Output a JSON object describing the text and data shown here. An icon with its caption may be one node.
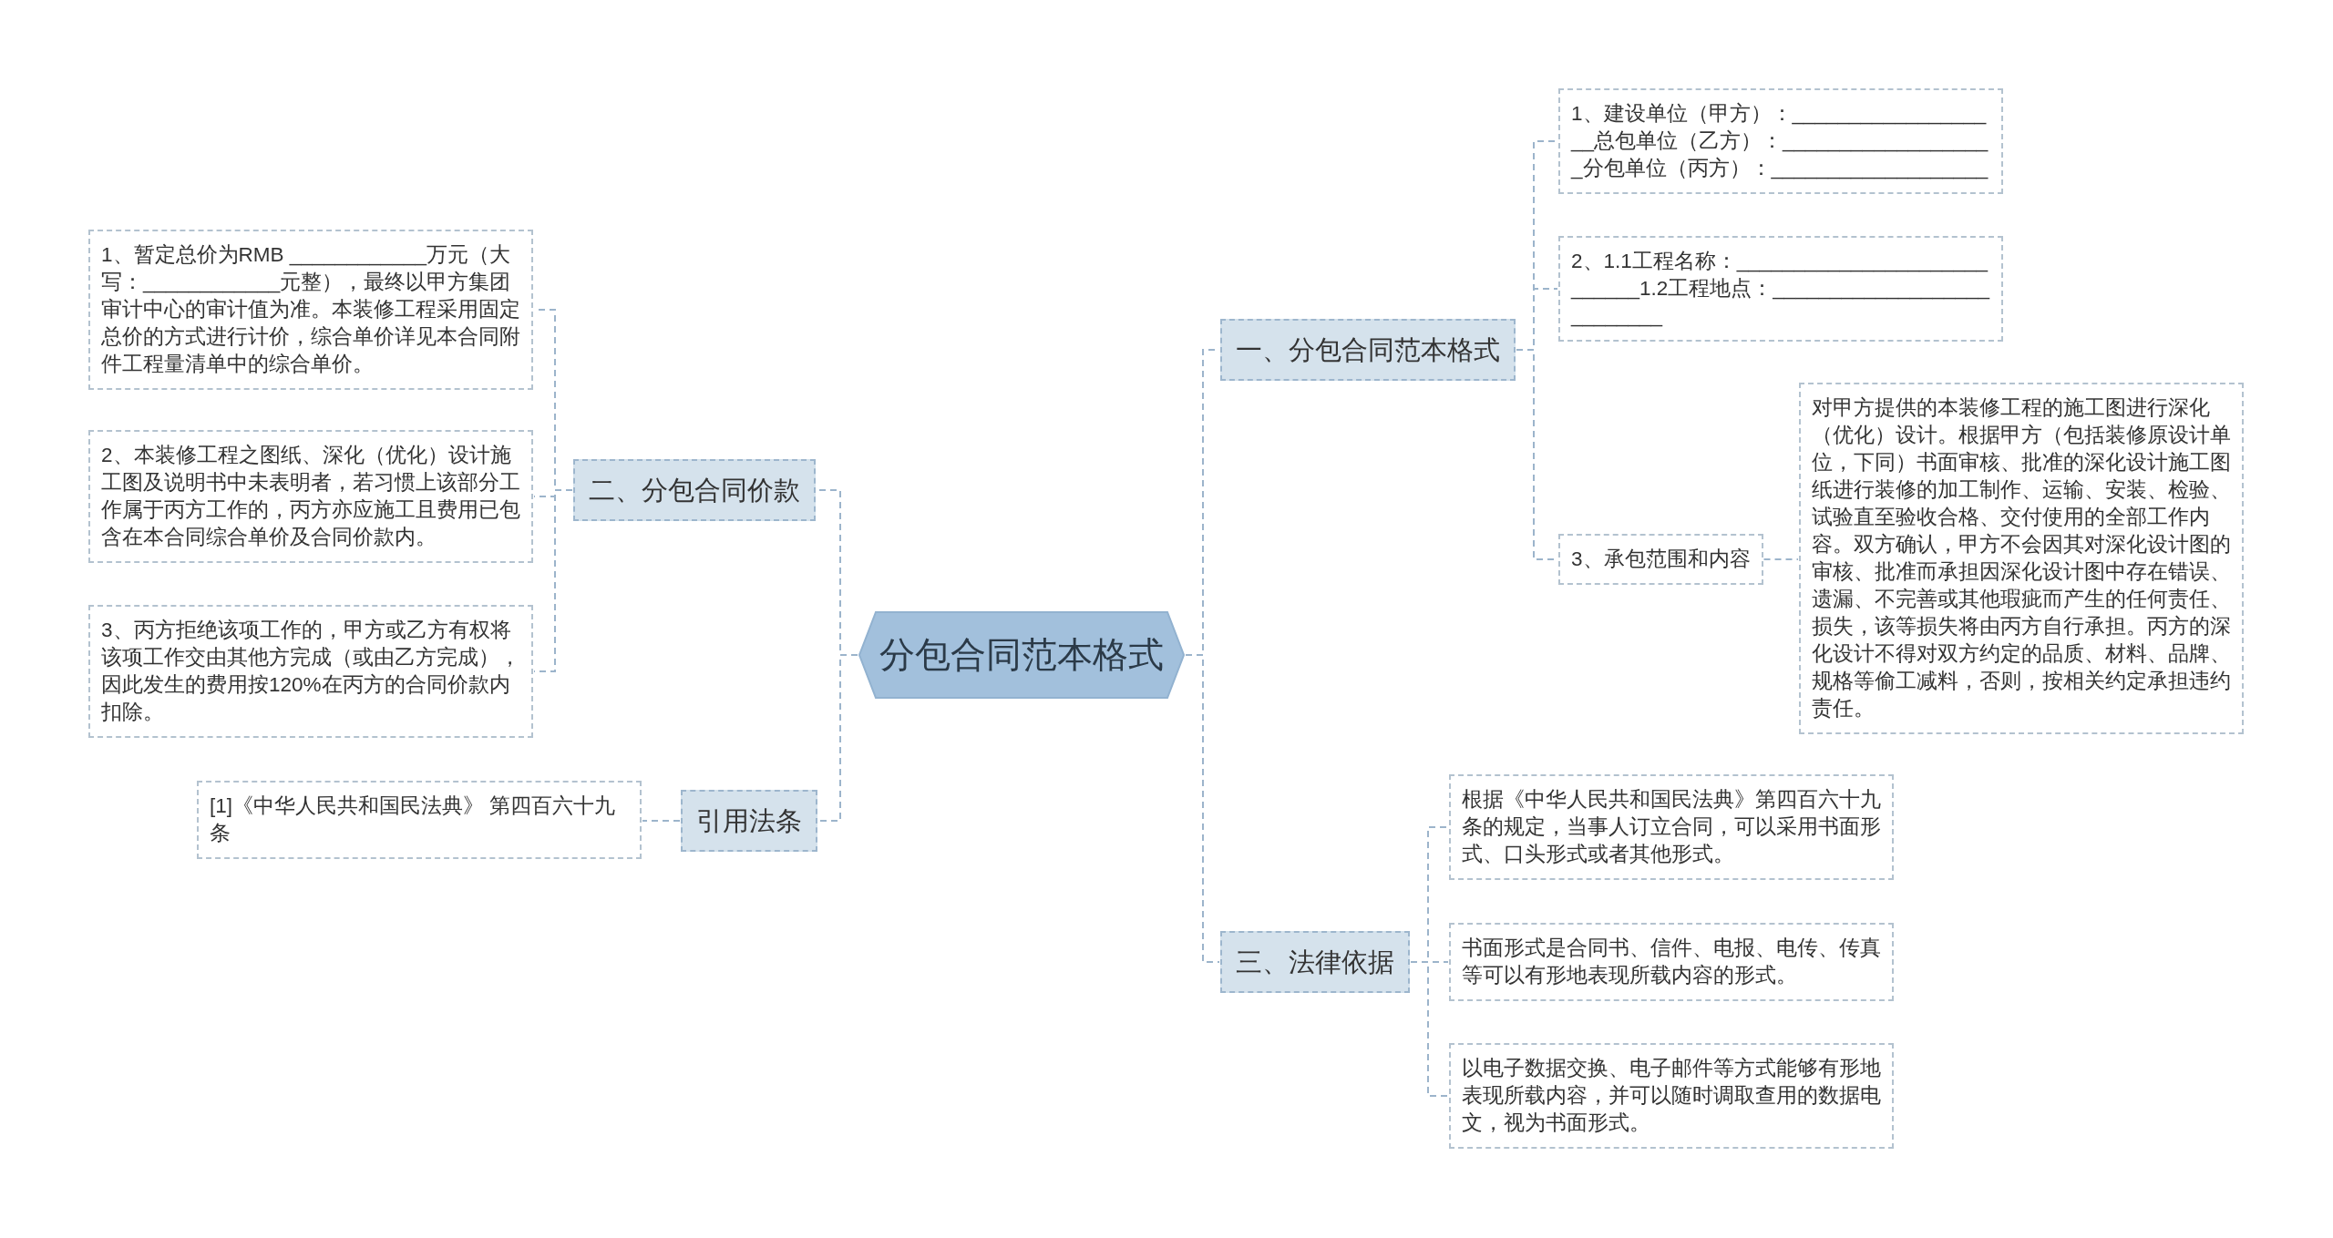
{
  "diagram": {
    "nodes": [
      {
        "text": [
          "分包合同范本格式"
        ]
      },
      {
        "text": [
          "一、分包合同范本格式"
        ]
      },
      {
        "text": [
          "1、建设单位（甲方）：___________________总包单位（乙方）：___________________分包单位（丙方）：___________________"
        ]
      },
      {
        "text": [
          "2、1.1工程名称：____________________________1.2工程地点：___________________________"
        ]
      },
      {
        "text": [
          "3、承包范围和内容"
        ]
      },
      {
        "text": [
          "对甲方提供的本装修工程的施工图进行深化（优化）设计。根据甲方（包括装修原设计单位，下同）书面审核、批准的深化设计施工图纸进行装修的加工制作、运输、安装、检验、试验直至验收合格、交付使用的全部工作内容。双方确认，甲方不会因其对深化设计图的审核、批准而承担因深化设计图中存在错误、遗漏、不完善或其他瑕疵而产生的任何责任、损失，该等损失将由丙方自行承担。丙方的深化设计不得对双方约定的品质、材料、品牌、规格等偷工减料，否则，按相关约定承担违约责任。"
        ]
      },
      {
        "text": [
          "三、法律依据"
        ]
      },
      {
        "text": [
          "根据《中华人民共和国民法典》第四百六十九条的规定，当事人订立合同，可以采用书面形式、口头形式或者其他形式。"
        ]
      },
      {
        "text": [
          "书面形式是合同书、信件、电报、电传、传真等可以有形地表现所载内容的形式。"
        ]
      },
      {
        "text": [
          "以电子数据交换、电子邮件等方式能够有形地表现所载内容，并可以随时调取查用的数据电文，视为书面形式。"
        ]
      },
      {
        "text": [
          "二、分包合同价款"
        ]
      },
      {
        "text": [
          "1、暂定总价为RMB ____________万元（大写：____________元整），最终以甲方集团审计中心的审计值为准。本装修工程采用固定总价的方式进行计价，综合单价详见本合同附件工程量清单中的综合单价。"
        ]
      },
      {
        "text": [
          "2、本装修工程之图纸、深化（优化）设计施工图及说明书中未表明者，若习惯上该部分工作属于丙方工作的，丙方亦应施工且费用已包含在本合同综合单价及合同价款内。"
        ]
      },
      {
        "text": [
          "3、丙方拒绝该项工作的，甲方或乙方有权将该项工作交由其他方完成（或由乙方完成），因此发生的费用按120%在丙方的合同价款内扣除。"
        ]
      },
      {
        "text": [
          "引用法条"
        ]
      },
      {
        "text": [
          "[1]《中华人民共和国民法典》 第四百六十九条"
        ]
      }
    ],
    "edges": [
      {
        "from": 0,
        "to": 1,
        "arrow": "none"
      },
      {
        "from": 1,
        "to": 2,
        "arrow": "none"
      },
      {
        "from": 1,
        "to": 3,
        "arrow": "none"
      },
      {
        "from": 1,
        "to": 4,
        "arrow": "none"
      },
      {
        "from": 4,
        "to": 5,
        "arrow": "none"
      },
      {
        "from": 0,
        "to": 6,
        "arrow": "none"
      },
      {
        "from": 6,
        "to": 7,
        "arrow": "none"
      },
      {
        "from": 6,
        "to": 8,
        "arrow": "none"
      },
      {
        "from": 6,
        "to": 9,
        "arrow": "none"
      },
      {
        "from": 0,
        "to": 10,
        "arrow": "none"
      },
      {
        "from": 10,
        "to": 11,
        "arrow": "none"
      },
      {
        "from": 10,
        "to": 12,
        "arrow": "none"
      },
      {
        "from": 10,
        "to": 13,
        "arrow": "none"
      },
      {
        "from": 0,
        "to": 14,
        "arrow": "none"
      },
      {
        "from": 14,
        "to": 15,
        "arrow": "none"
      }
    ]
  }
}
